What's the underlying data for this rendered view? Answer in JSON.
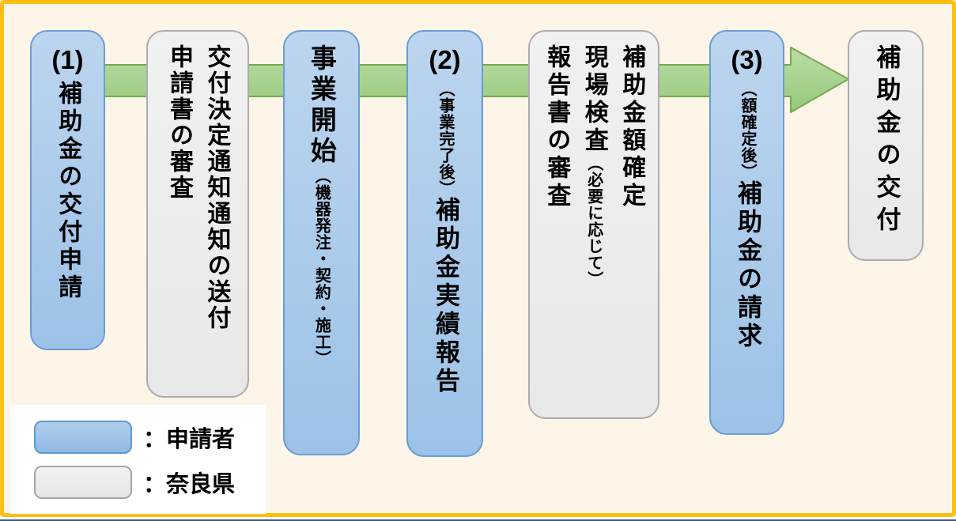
{
  "diagram": {
    "kind": "process-flow",
    "direction": "left-to-right"
  },
  "palette": {
    "background": "#FDF5E8",
    "frame_border": "#FBC011",
    "applicant_blue": "#9CC2E7",
    "applicant_blue_border": "#6B9CD6",
    "prefecture_gray": "#EDEDED",
    "prefecture_gray_border": "#ACACAC",
    "arrow_green": "#A5CE8C",
    "arrow_green_border": "#74A94F",
    "text": "#000000"
  },
  "arrow": {
    "direction": "right",
    "style": "block-arrow"
  },
  "steps": [
    {
      "actor": "申請者",
      "color": "blue",
      "num": "(1)",
      "columns": [
        {
          "segments": [
            {
              "style": "large",
              "text": "補助金の交付申請"
            }
          ]
        }
      ]
    },
    {
      "actor": "奈良県",
      "color": "gray",
      "columns": [
        {
          "segments": [
            {
              "style": "large",
              "text": "交付決定通知通知の送付"
            }
          ]
        },
        {
          "segments": [
            {
              "style": "large",
              "text": "申請書の審査"
            }
          ]
        }
      ]
    },
    {
      "actor": "申請者",
      "color": "blue",
      "columns": [
        {
          "segments": [
            {
              "style": "large",
              "text": "事業開始"
            },
            {
              "style": "small",
              "text": "（機器発注・契約・施工）"
            }
          ]
        }
      ]
    },
    {
      "actor": "申請者",
      "color": "blue",
      "num": "(2)",
      "columns": [
        {
          "segments": [
            {
              "style": "small",
              "text": "（事業完了後）"
            },
            {
              "style": "large",
              "text": "補助金実績報告"
            }
          ]
        }
      ]
    },
    {
      "actor": "奈良県",
      "color": "gray",
      "columns": [
        {
          "segments": [
            {
              "style": "large",
              "text": "補助金額確定"
            }
          ]
        },
        {
          "segments": [
            {
              "style": "large",
              "text": "現場検査"
            },
            {
              "style": "small",
              "text": "（必要に応じて）"
            }
          ]
        },
        {
          "segments": [
            {
              "style": "large",
              "text": "報告書の審査"
            }
          ]
        }
      ]
    },
    {
      "actor": "申請者",
      "color": "blue",
      "num": "(3)",
      "columns": [
        {
          "segments": [
            {
              "style": "small",
              "text": "（額確定後）"
            },
            {
              "style": "large",
              "text": "補助金の請求"
            }
          ]
        }
      ]
    },
    {
      "actor": "奈良県",
      "color": "gray",
      "columns": [
        {
          "segments": [
            {
              "style": "large",
              "text": "補助金の交付"
            }
          ]
        }
      ]
    }
  ],
  "legend": {
    "items": [
      {
        "color": "blue",
        "label": "：申請者"
      },
      {
        "color": "gray",
        "label": "：奈良県"
      }
    ]
  }
}
